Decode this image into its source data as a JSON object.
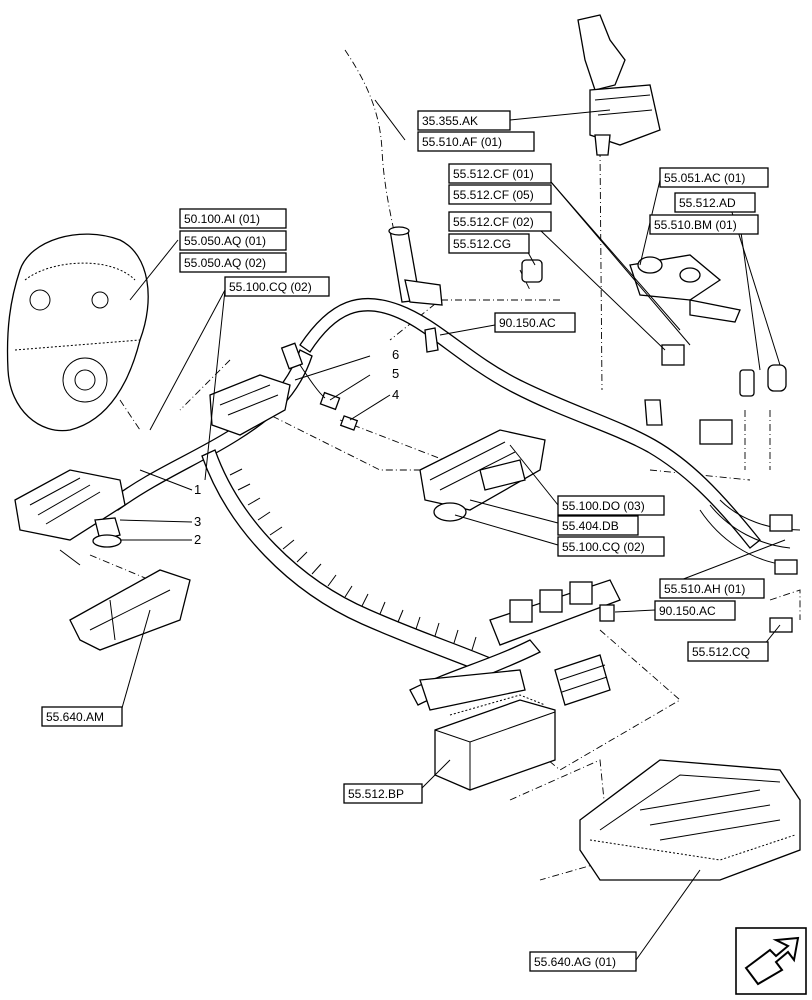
{
  "references": {
    "r35355AK": "35.355.AK",
    "r55510AF01": "55.510.AF (01)",
    "r55512CF01": "55.512.CF (01)",
    "r55512CF05": "55.512.CF (05)",
    "r55512CF02": "55.512.CF (02)",
    "r55512CG": "55.512.CG",
    "r55051AC01": "55.051.AC (01)",
    "r55512AD": "55.512.AD",
    "r55510BM01": "55.510.BM (01)",
    "r50100AI01": "50.100.AI (01)",
    "r55050AQ01": "55.050.AQ (01)",
    "r55050AQ02": "55.050.AQ (02)",
    "r55100CQ02top": "55.100.CQ (02)",
    "r90150ACtop": "90.150.AC",
    "r55100DO03": "55.100.DO (03)",
    "r55404DB": "55.404.DB",
    "r55100CQ02bottom": "55.100.CQ (02)",
    "r55510AH01": "55.510.AH (01)",
    "r90150ACbottom": "90.150.AC",
    "r55512CQ": "55.512.CQ",
    "r55640AM": "55.640.AM",
    "r55512BP": "55.512.BP",
    "r55640AG01": "55.640.AG (01)"
  },
  "callouts": {
    "n1": "1",
    "n2": "2",
    "n3": "3",
    "n4": "4",
    "n5": "5",
    "n6": "6"
  },
  "icons": {
    "nav": "next-page-arrow-icon"
  }
}
